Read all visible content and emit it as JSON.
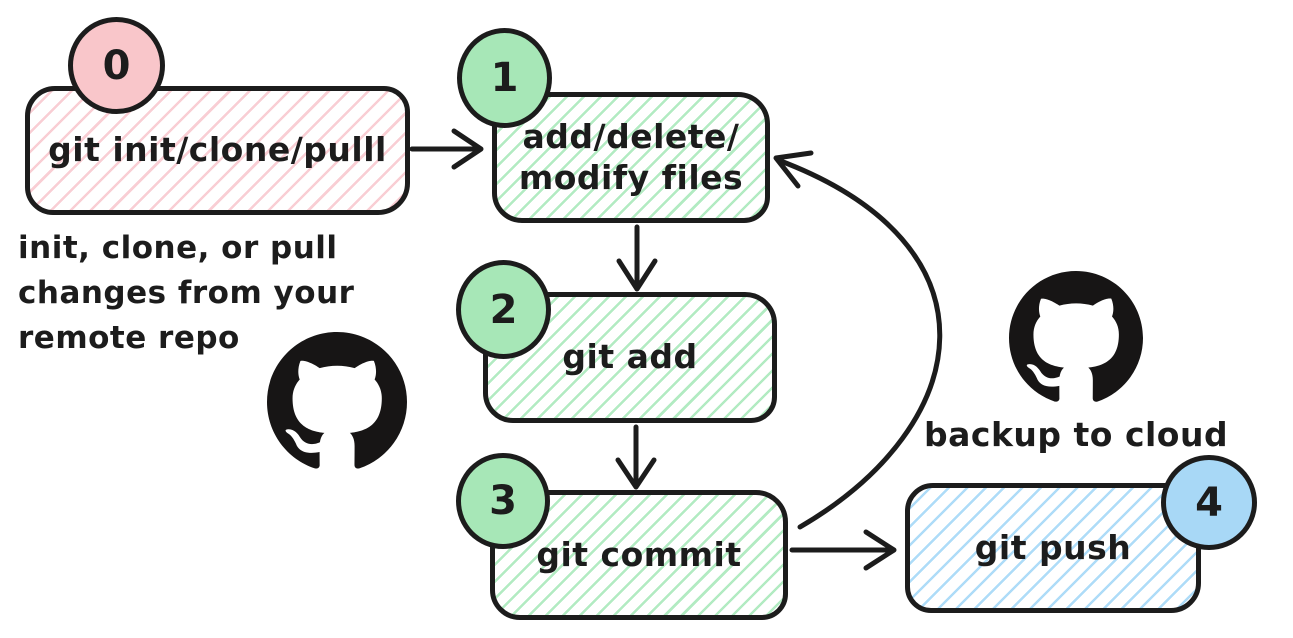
{
  "colors": {
    "ink": "#1c1c1c",
    "pink-fill": "#f9c6ca",
    "pink-hatch": "#f9ced4",
    "green-fill": "#a7e7b7",
    "green-hatch": "#b2ebc2",
    "blue-fill": "#a8d8f6",
    "blue-hatch": "#aedcf8"
  },
  "nodes": {
    "init": {
      "badge": "0",
      "label": "git init/clone/pulll"
    },
    "modify": {
      "badge": "1",
      "line1": "add/delete/",
      "line2": "modify files"
    },
    "add": {
      "badge": "2",
      "label": "git add"
    },
    "commit": {
      "badge": "3",
      "label": "git commit"
    },
    "push": {
      "badge": "4",
      "label": "git push"
    }
  },
  "annotations": {
    "remote": {
      "line1": "init, clone, or pull",
      "line2": "changes from your",
      "line3": "remote repo"
    },
    "cloud": {
      "text": "backup to cloud"
    }
  },
  "icons": {
    "left": "github-octocat",
    "right": "github-octocat"
  }
}
